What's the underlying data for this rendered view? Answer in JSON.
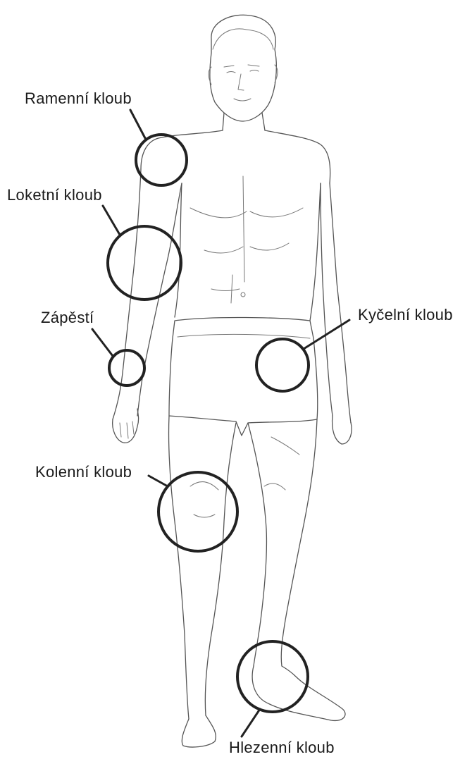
{
  "labels": {
    "shoulder": "Ramenní kloub",
    "elbow": "Loketní kloub",
    "wrist": "Zápěstí",
    "hip": "Kyčelní kloub",
    "knee": "Kolenní kloub",
    "ankle": "Hlezenní kloub"
  },
  "colors": {
    "marker": "#222222",
    "figure_line": "#555555",
    "text": "#1a1a1a",
    "background": "#ffffff"
  }
}
